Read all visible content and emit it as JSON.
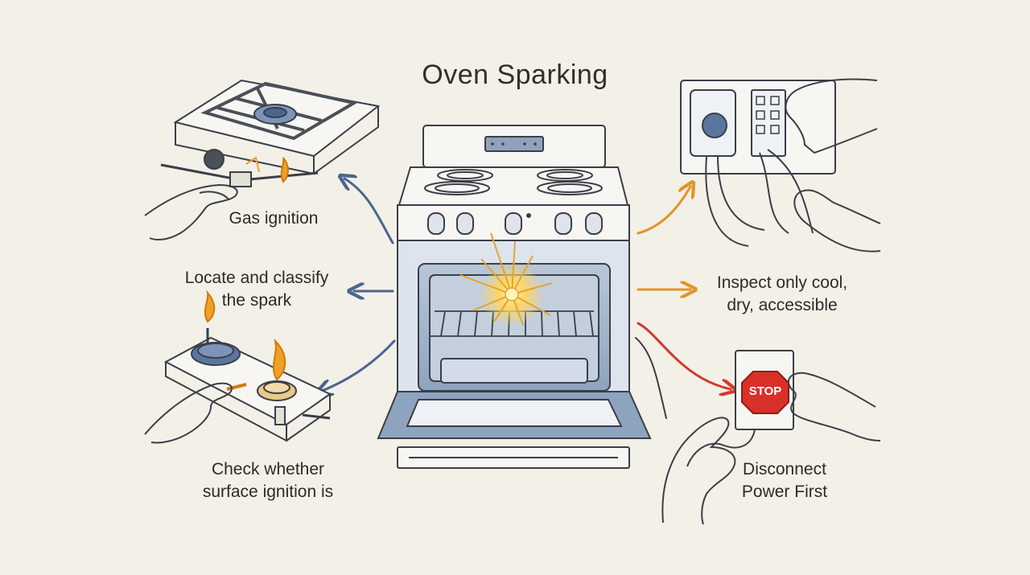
{
  "title": "Oven Sparking",
  "labels": {
    "gas_ignition": "Gas ignition",
    "locate_line1": "Locate and classify",
    "locate_line2": "the spark",
    "check_line1": "Check whether",
    "check_line2": "surface ignition is",
    "inspect_line1": "Inspect only cool,",
    "inspect_line2": "dry, accessible",
    "disconnect_line1": "Disconnect",
    "disconnect_line2": "Power First",
    "stop_sign": "STOP"
  },
  "colors": {
    "background": "#f3f0e7",
    "ink": "#2b2b2b",
    "blue_arrow": "#4a6590",
    "orange_arrow": "#e0952a",
    "red_arrow": "#d23a2e",
    "oven_window": "#9aaec8",
    "stop_red": "#d9302a",
    "flame": "#f0a024"
  }
}
